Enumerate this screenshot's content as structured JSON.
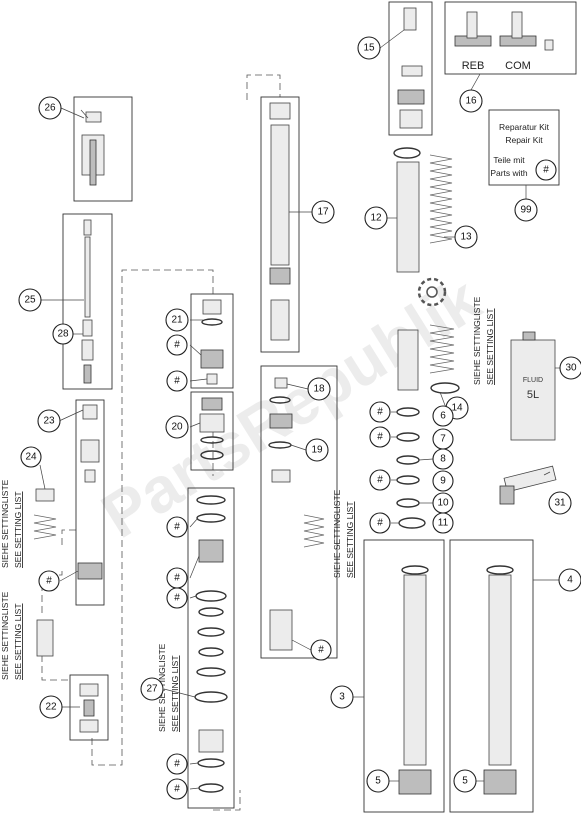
{
  "callouts": {
    "c3": "3",
    "c4": "4",
    "c5a": "5",
    "c5b": "5",
    "c6": "6",
    "c7": "7",
    "c8": "8",
    "c9": "9",
    "c10": "10",
    "c11": "11",
    "c12": "12",
    "c13": "13",
    "c14": "14",
    "c15": "15",
    "c16": "16",
    "c17": "17",
    "c18": "18",
    "c19": "19",
    "c20": "20",
    "c21": "21",
    "c22": "22",
    "c23": "23",
    "c24": "24",
    "c25": "25",
    "c26": "26",
    "c27": "27",
    "c28": "28",
    "c30": "30",
    "c31": "31",
    "c99": "99",
    "hash": "#"
  },
  "labels": {
    "reb": "REB",
    "com": "COM",
    "siehe_settingliste": "SIEHE SETTINGLISTE",
    "see_setting_list": "SEE SETTING LIST",
    "repair_kit_de": "Reparatur Kit",
    "repair_kit_en": "Repair Kit",
    "parts_with_de": "Teile mit",
    "parts_with_en": "Parts with",
    "can_text_1": "FLUID",
    "can_text_2": "5L"
  },
  "watermark": "PartsRepublik"
}
